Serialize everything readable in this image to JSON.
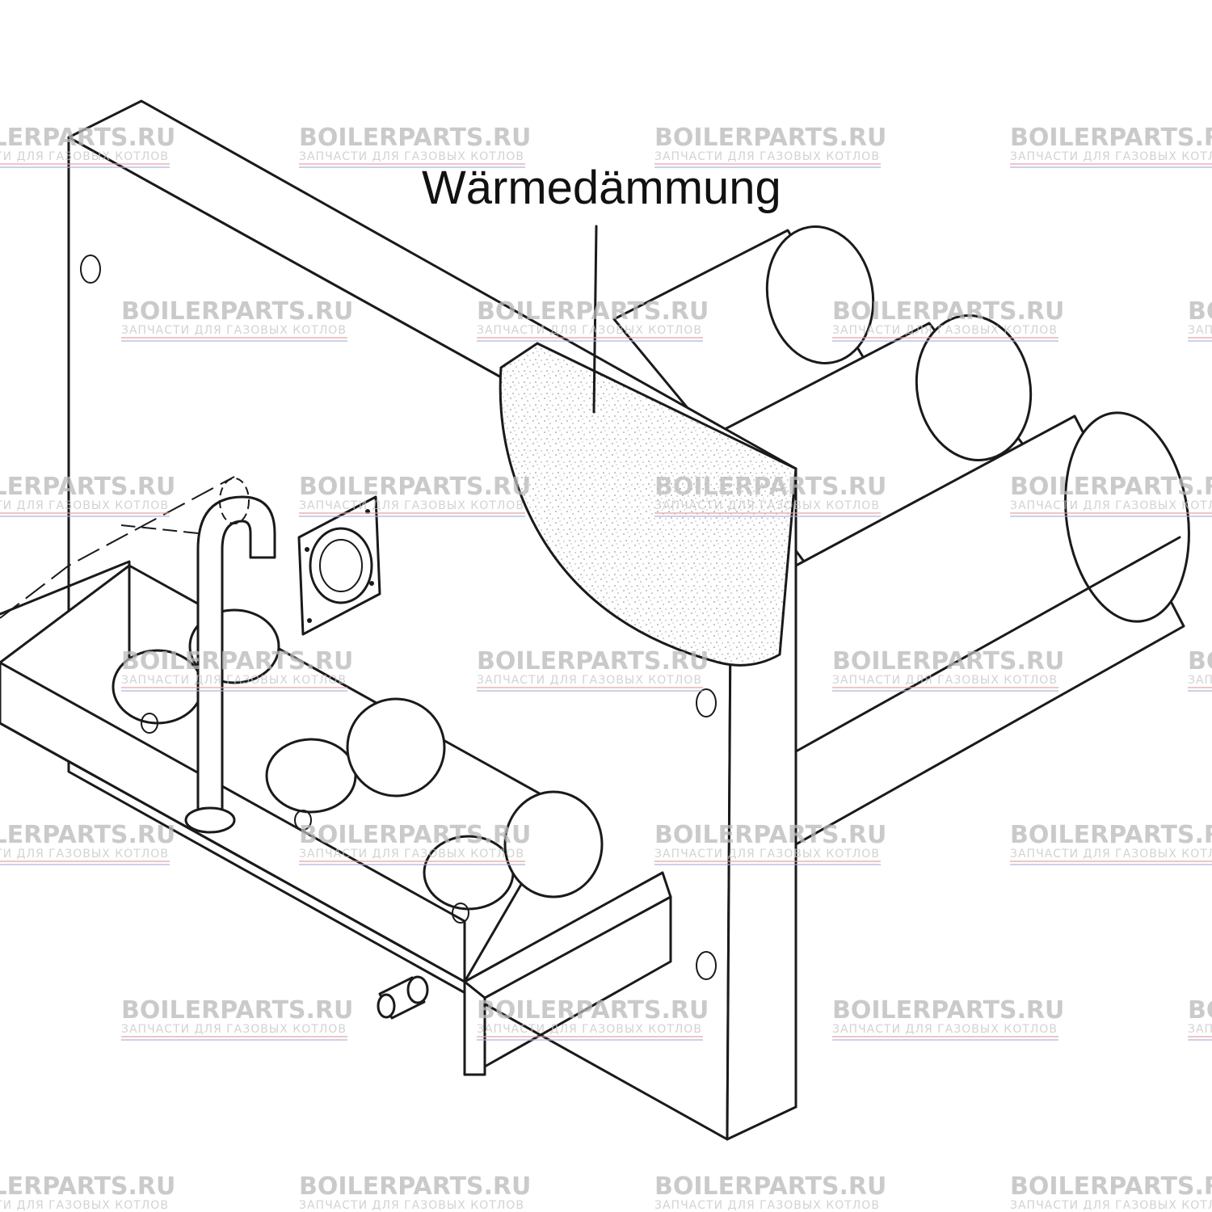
{
  "diagram": {
    "callout_label": "Wärmedämmung",
    "colors": {
      "line": "#1a1a1a",
      "background": "#ffffff",
      "insulation_speckle": "#9a9a9a",
      "watermark": "#b9b9b9",
      "watermark_red": "#e8a0a0",
      "watermark_blue": "#a9b4dd"
    }
  },
  "watermark": {
    "brand": "BOILERPARTS.RU",
    "subtitle": "ЗАПЧАСТИ ДЛЯ ГАЗОВЫХ КОТЛОВ"
  }
}
